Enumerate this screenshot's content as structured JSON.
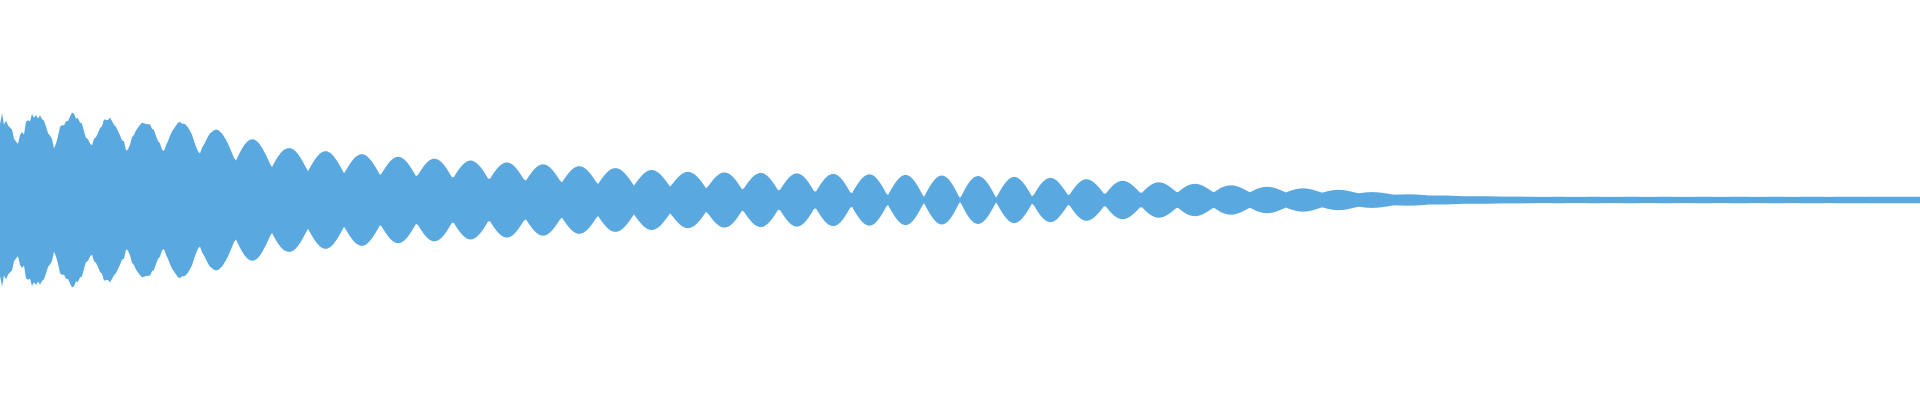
{
  "waveform": {
    "color": "#5aa8e0",
    "background": "#ffffff",
    "num_columns": 960,
    "amplitude_envelope": [
      {
        "t": 0.0,
        "a": 0.19
      },
      {
        "t": 0.03,
        "a": 0.2
      },
      {
        "t": 0.07,
        "a": 0.19
      },
      {
        "t": 0.1,
        "a": 0.19
      },
      {
        "t": 0.15,
        "a": 0.13
      },
      {
        "t": 0.2,
        "a": 0.11
      },
      {
        "t": 0.28,
        "a": 0.09
      },
      {
        "t": 0.36,
        "a": 0.07
      },
      {
        "t": 0.44,
        "a": 0.065
      },
      {
        "t": 0.51,
        "a": 0.06
      },
      {
        "t": 0.55,
        "a": 0.055
      },
      {
        "t": 0.6,
        "a": 0.045
      },
      {
        "t": 0.65,
        "a": 0.035
      },
      {
        "t": 0.7,
        "a": 0.025
      },
      {
        "t": 0.73,
        "a": 0.015
      },
      {
        "t": 0.76,
        "a": 0.01
      },
      {
        "t": 0.8,
        "a": 0.008
      },
      {
        "t": 1.0,
        "a": 0.008
      }
    ],
    "beat_depth_envelope": [
      {
        "t": 0.0,
        "d": 0.35
      },
      {
        "t": 0.1,
        "d": 0.4
      },
      {
        "t": 0.2,
        "d": 0.45
      },
      {
        "t": 0.35,
        "d": 0.55
      },
      {
        "t": 0.45,
        "d": 0.8
      },
      {
        "t": 0.5,
        "d": 0.95
      },
      {
        "t": 0.55,
        "d": 0.85
      },
      {
        "t": 0.62,
        "d": 0.55
      },
      {
        "t": 0.7,
        "d": 0.3
      },
      {
        "t": 0.76,
        "d": 0.05
      },
      {
        "t": 1.0,
        "d": 0.0
      }
    ],
    "beats_count": 53
  }
}
